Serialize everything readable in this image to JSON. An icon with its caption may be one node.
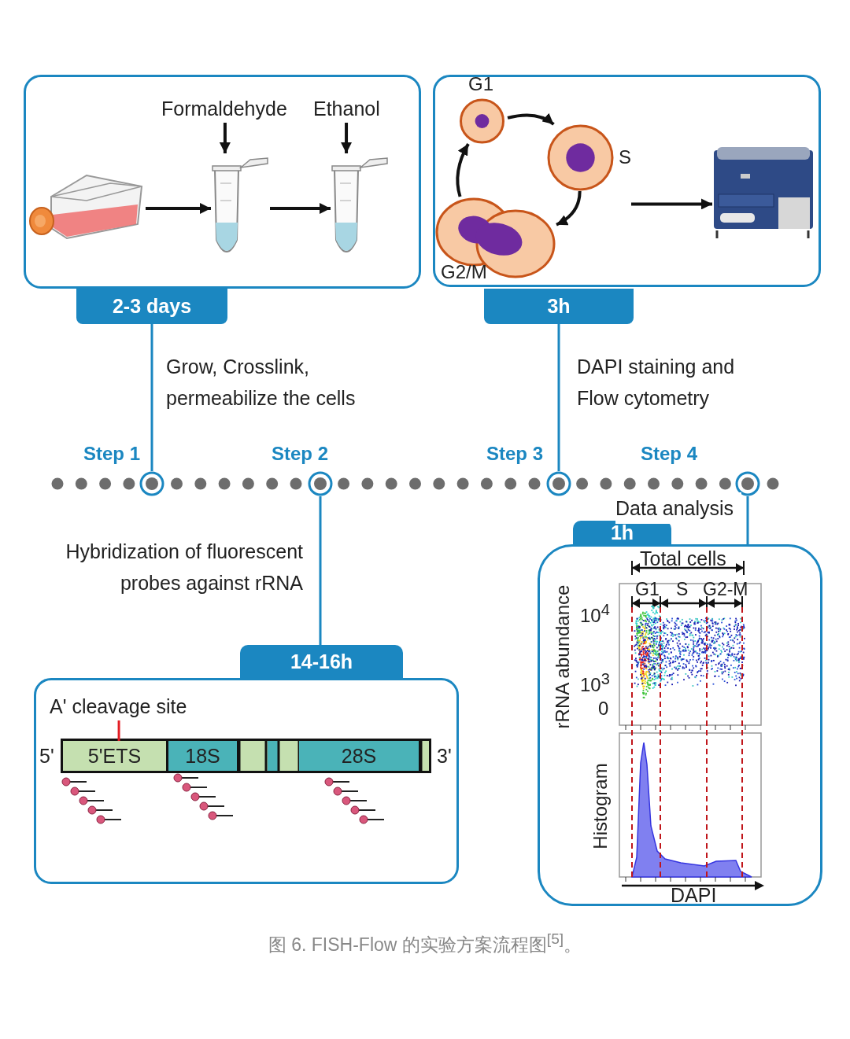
{
  "diagram": {
    "caption": "图 6. FISH-Flow 的实验方案流程图$^{[5]}$。",
    "nodes": [
      {
        "text": [],
        "shape": "box"
      },
      {
        "text": [],
        "shape": "picture",
        "in": 0
      },
      {
        "text": [
          "Formaldehyde"
        ],
        "in": 0
      },
      {
        "text": [
          "Ethanol"
        ],
        "in": 0
      },
      {
        "text": [],
        "shape": "picture",
        "in": 0
      },
      {
        "text": [],
        "shape": "picture",
        "in": 0
      },
      {
        "text": [
          "2-3 days"
        ]
      },
      {
        "text": [],
        "shape": "box"
      },
      {
        "text": [],
        "shape": "circle",
        "in": 7,
        "beside": [
          "G1"
        ]
      },
      {
        "text": [],
        "shape": "circle",
        "in": 7,
        "beside": [
          "S"
        ]
      },
      {
        "text": [],
        "shape": "circle",
        "in": 7,
        "beside": [
          "G2/M"
        ]
      },
      {
        "text": [],
        "shape": "picture",
        "in": 7
      },
      {
        "text": [
          "3h"
        ]
      },
      {
        "text": [],
        "shape": "circle"
      },
      {
        "text": [],
        "shape": "circle"
      },
      {
        "text": [],
        "shape": "circle"
      },
      {
        "text": [],
        "shape": "circle"
      },
      {
        "text": [
          "14-16h"
        ]
      },
      {
        "text": [],
        "shape": "box"
      },
      {
        "text": [
          "A' cleavage site"
        ],
        "in": 18
      },
      {
        "text": [
          "5'ETS"
        ],
        "in": 18
      },
      {
        "text": [
          "18S"
        ],
        "in": 18
      },
      {
        "text": [
          "28S"
        ],
        "in": 18
      },
      {
        "text": [
          "1h"
        ]
      },
      {
        "text": [],
        "shape": "box"
      },
      {
        "text": [],
        "shape": "picture",
        "in": 24
      }
    ],
    "edges": [
      {
        "from": 1,
        "to": 4,
        "arrow": "to"
      },
      {
        "from": 4,
        "to": 5,
        "arrow": "to"
      },
      {
        "from": 2,
        "to": 4,
        "arrow": "to"
      },
      {
        "from": 3,
        "to": 5,
        "arrow": "to"
      },
      {
        "from": 8,
        "to": 9,
        "arrow": "to"
      },
      {
        "from": 9,
        "to": 10,
        "arrow": "to"
      },
      {
        "from": 10,
        "to": 8,
        "arrow": "to"
      },
      {
        "from": null,
        "to": 11,
        "arrow": "to"
      },
      {
        "from": 6,
        "to": 13,
        "arrow": "none",
        "label": "Grow, Crosslink, permeabilize the cells",
        "color": "#1b87c1"
      },
      {
        "from": 12,
        "to": 15,
        "arrow": "none",
        "label": "DAPI staining and Flow cytometry",
        "color": "#1b87c1"
      },
      {
        "from": 14,
        "to": 17,
        "arrow": "none",
        "label": "Hybridization of fluorescent probes against rRNA",
        "color": "#1b87c1"
      },
      {
        "from": 16,
        "to": 24,
        "arrow": "none",
        "label": "Data analysis",
        "color": "#1b87c1"
      },
      {
        "from": 19,
        "to": 20,
        "arrow": "none",
        "color": "#e31e24"
      }
    ],
    "labels": [
      "Step 1",
      "Step 2",
      "Step 3",
      "Step 4",
      "Total cells",
      "G1",
      "S",
      "G2-M",
      "10$^{4}$",
      "10$^{3}$",
      "0",
      "rRNA abundance",
      "5'",
      "3'",
      "Histogram",
      "DAPI"
    ]
  }
}
